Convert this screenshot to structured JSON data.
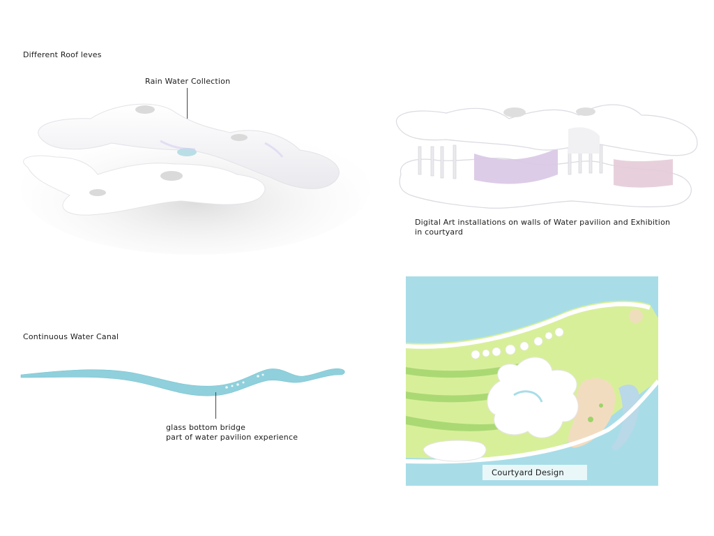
{
  "labels": {
    "roof_levels": "Different Roof leves",
    "rain_water": "Rain Water Collection",
    "digital_art_line1": "Digital Art installations on walls of Water pavilion and Exhibition",
    "digital_art_line2": "in courtyard",
    "water_canal": "Continuous Water  Canal",
    "bridge_line1": "glass bottom bridge",
    "bridge_line2": "part of water pavilion experience",
    "courtyard": "Courtyard Design"
  },
  "colors": {
    "water": "#a8dde8",
    "canal": "#8fd0dc",
    "lawn": "#d8ef9a",
    "lawn_dark": "#9fd36a",
    "sand": "#f2dcc0",
    "roof": "#ffffff",
    "art_wall": "#d9c7e6"
  }
}
